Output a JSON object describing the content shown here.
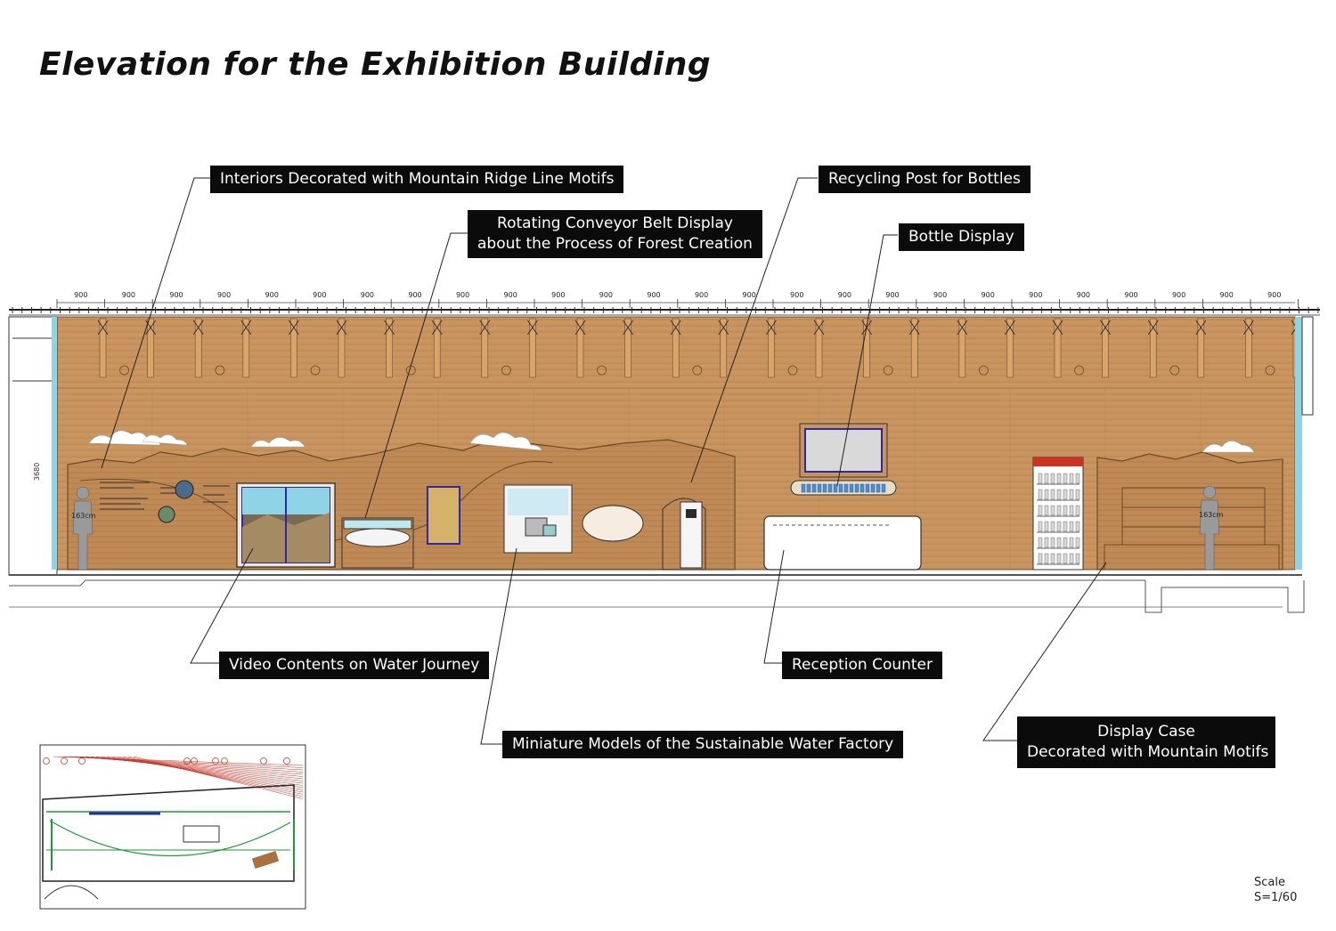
{
  "title": "Elevation for the Exhibition Building",
  "module_dimension": "900",
  "height_dimension": "3680",
  "figure_height_label": "163cm",
  "callouts": {
    "mountain_interiors": "Interiors Decorated with Mountain Ridge Line Motifs",
    "conveyor": {
      "line1": "Rotating Conveyor Belt Display",
      "line2": "about the Process of Forest Creation"
    },
    "recycling_post": "Recycling Post for Bottles",
    "bottle_display": "Bottle Display",
    "video_contents": "Video Contents on Water Journey",
    "reception_counter": "Reception Counter",
    "miniature_models": "Miniature Models of the Sustainable Water Factory",
    "display_case": {
      "line1": "Display Case",
      "line2": "Decorated with Mountain Motifs"
    }
  },
  "scale": {
    "label": "Scale",
    "value": "S=1/60"
  },
  "colors": {
    "wood": "#c8935e",
    "wood_dark": "#a8713f",
    "callout_bg": "#0b0b0b",
    "floor_line": "#666666",
    "frame_blue": "#2a2aa8",
    "plan_red": "#c0392b",
    "plan_green": "#1f9a3a",
    "glass": "#8fd3e6"
  },
  "icons": {
    "cloud": "cloud-icon",
    "person": "person-silhouette-icon",
    "globe": "globe-icon"
  }
}
